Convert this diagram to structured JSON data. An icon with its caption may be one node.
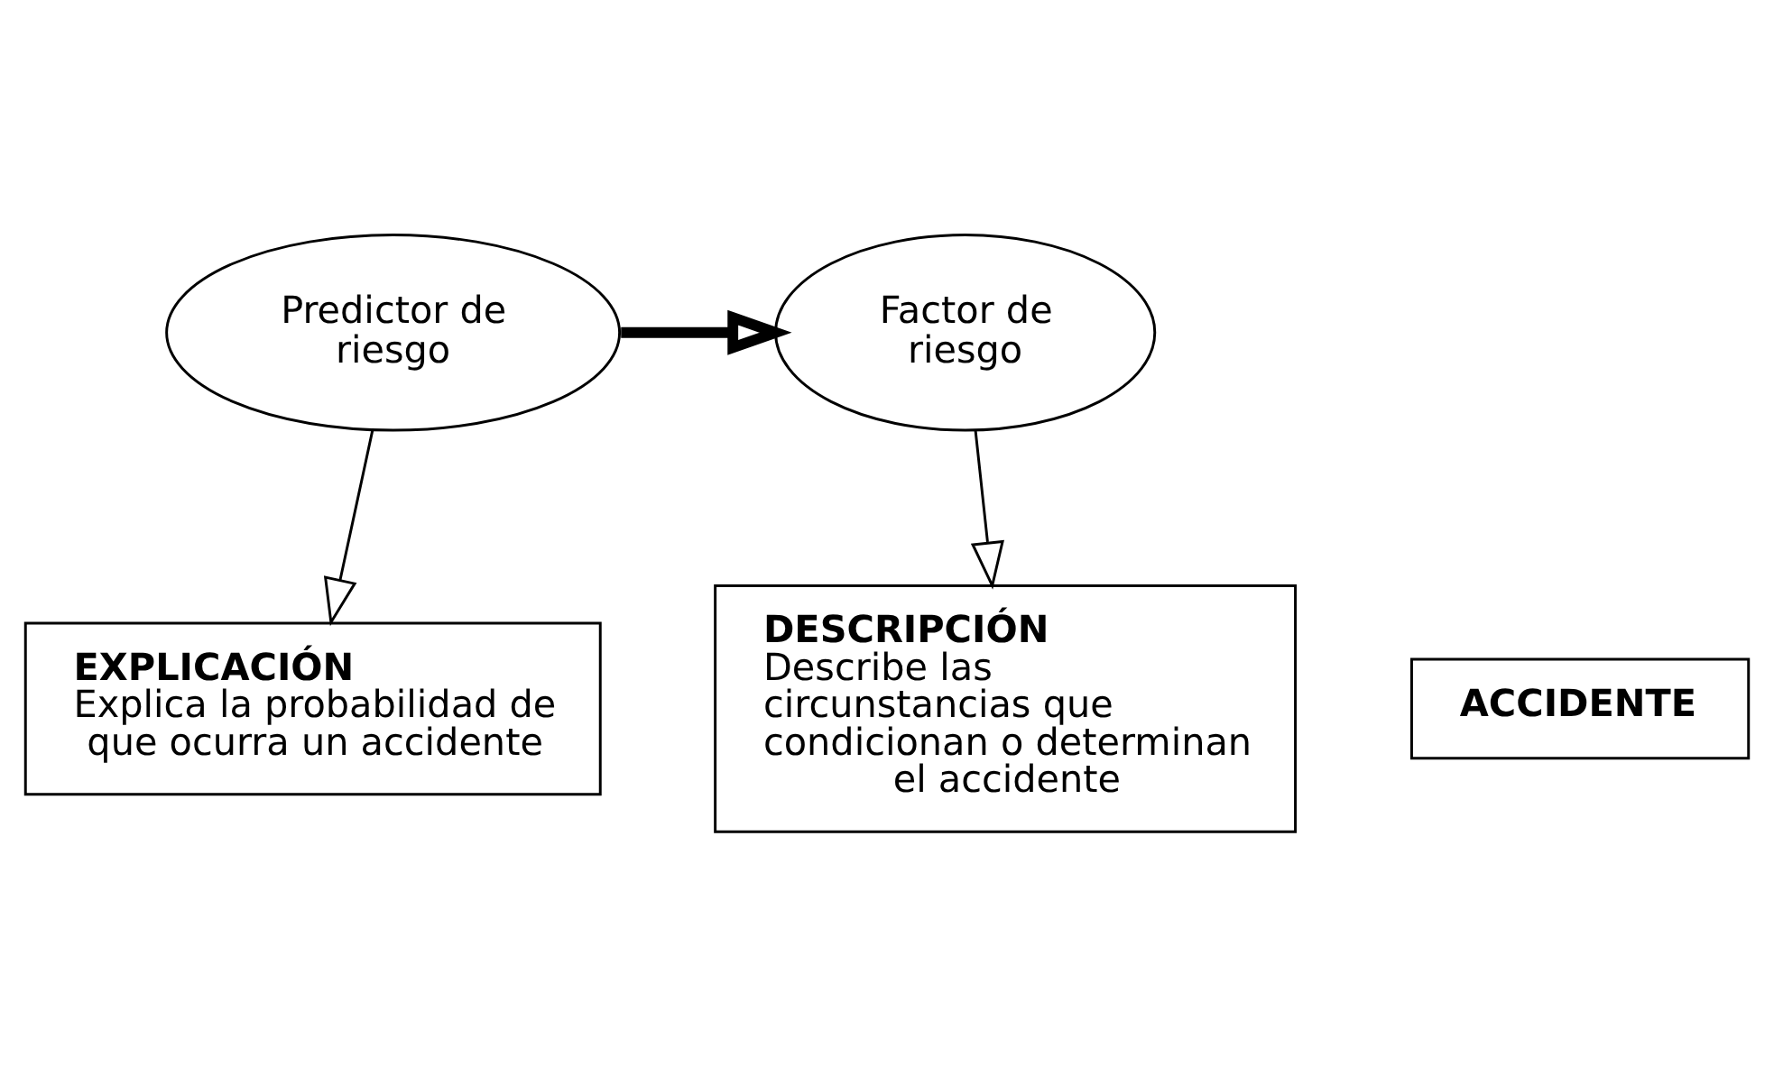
{
  "diagram": {
    "nodes": [
      {
        "text": [
          "Predictor de riesgo"
        ]
      },
      {
        "text": [
          "Factor de riesgo"
        ]
      },
      {
        "text": [
          "ACCIDENTE"
        ]
      },
      {
        "text": [
          "EXPLICACIÓN",
          "Explica la probabilidad de que ocurra un accidente"
        ]
      },
      {
        "text": [
          "DESCRIPCIÓN",
          "Describe las circunstancias que condicionan o determinan el accidente"
        ]
      }
    ],
    "edges": [
      {
        "from": 0,
        "to": 1,
        "arrow": "to",
        "style": "thick"
      },
      {
        "from": 0,
        "to": 3,
        "arrow": "to"
      },
      {
        "from": 1,
        "to": 4,
        "arrow": "to"
      }
    ]
  }
}
